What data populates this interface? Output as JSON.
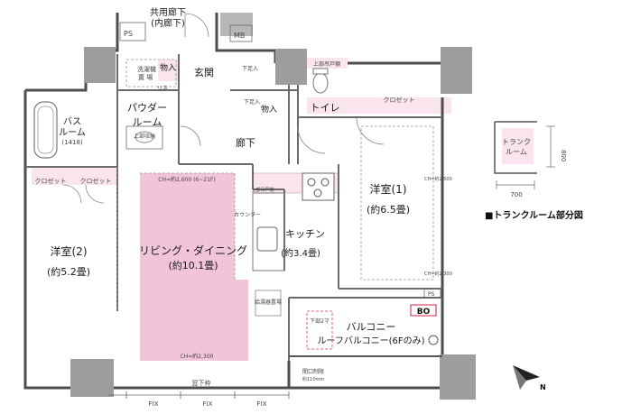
{
  "colors": {
    "living_pink": "#f2c4d8",
    "light_pink": "#fae4ee",
    "column_gray": "#9d9d9d",
    "wall": "#5a5a5a",
    "bo_red": "#cc2244"
  },
  "rooms": {
    "corridor_common": "共用廊下",
    "corridor_common_sub": "(内廊下)",
    "ps_top": "PS",
    "mb": "MB",
    "laundry": "洗濯機",
    "laundry_sub": "置 場",
    "storage1": "物入",
    "storage_small": "リネ",
    "entrance": "玄関",
    "shoe1": "下足入",
    "shoe2": "下足入",
    "storage2": "物入",
    "toilet": "トイレ",
    "upper_shelf": "上部吊戸棚",
    "closet_top": "クロゼット",
    "bath": "バス",
    "bath_2": "ルーム",
    "bath_size": "(1418)",
    "powder": "パウダー",
    "powder_2": "ルーム",
    "powder_storage": "上部収納",
    "hallway": "廊下",
    "closet_a": "クロゼット",
    "closet_b": "クロゼット",
    "western2": "洋室(2)",
    "western2_size": "(約5.2畳)",
    "living": "リビング・ダイニング",
    "living_size": "(約10.1畳)",
    "ceiling_living": "CH=約2,600 (6~21F)",
    "ceiling_living_bottom": "CH=約2,300",
    "kitchen_upper": "上部吊戸棚",
    "counter": "カウンター",
    "kitchen": "キッチン",
    "kitchen_size": "(約3.4畳)",
    "western1": "洋室(1)",
    "western1_size": "(約6.5畳)",
    "ceiling_w1": "CH=約2,500",
    "ceiling_w1_b": "CH=約2,300",
    "pipe_space": "給湯器置場",
    "ps_bottom": "PS",
    "bo": "BO",
    "balcony": "バルコニー",
    "roof_balcony": "ルーフバルコニー(6Fのみ)",
    "escape": "下部2マ",
    "shutter": "開口制限",
    "shutter_sub": "約110mm",
    "window_sill": "窓下枠",
    "fix1": "FIX",
    "fix2": "FIX",
    "fix3": "FIX"
  },
  "trunk": {
    "label_1": "トランク",
    "label_2": "ルーム",
    "dim_v": "800",
    "dim_h": "700",
    "caption": "■トランクルーム部分図"
  },
  "compass": {
    "label": "N"
  }
}
